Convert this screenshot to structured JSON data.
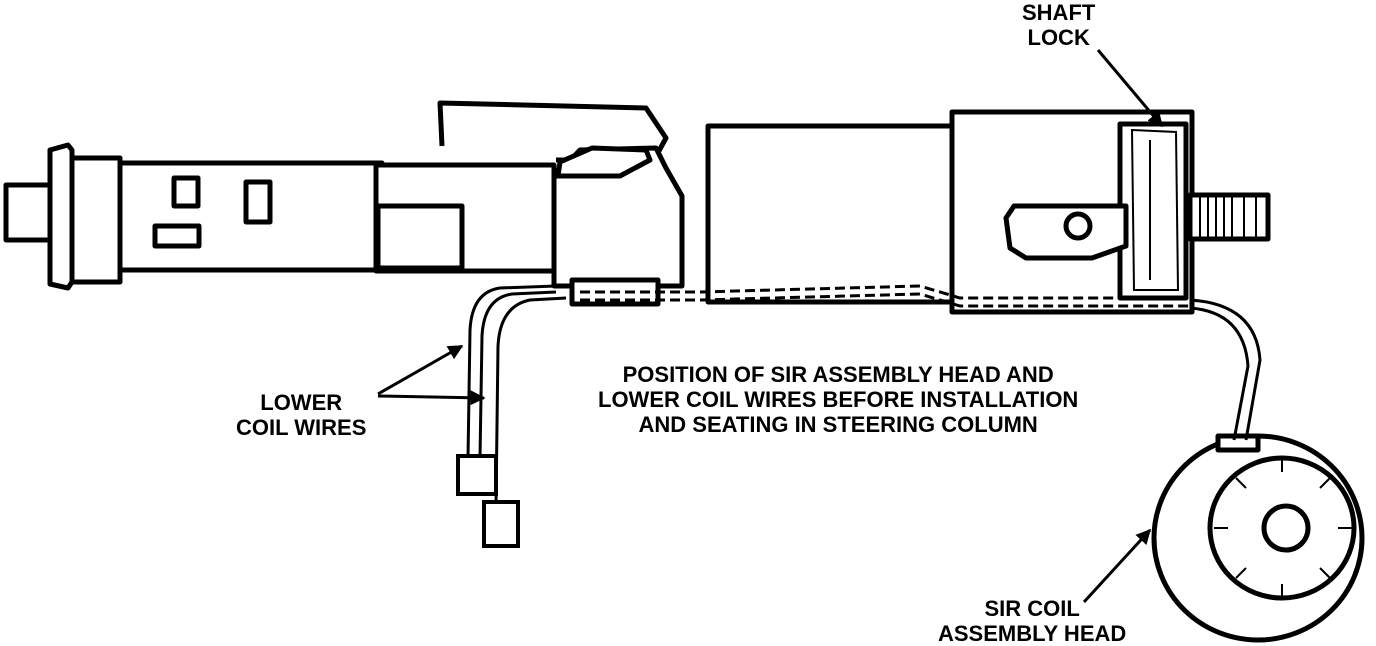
{
  "labels": {
    "shaft_lock": [
      "SHAFT",
      "LOCK"
    ],
    "lower_coil_wires": [
      "LOWER",
      "COIL WIRES"
    ],
    "caption": [
      "POSITION OF SIR ASSEMBLY HEAD AND",
      "LOWER COIL WIRES BEFORE INSTALLATION",
      "AND SEATING IN STEERING COLUMN"
    ],
    "sir_coil_head": [
      "SIR COIL",
      "ASSEMBLY HEAD"
    ]
  },
  "colors": {
    "ink": "#000000",
    "paper": "#ffffff"
  }
}
